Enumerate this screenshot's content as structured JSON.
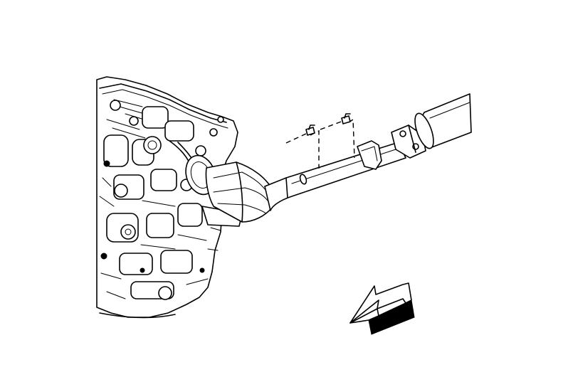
{
  "figure": {
    "background": "#ffffff",
    "line_color": "#000000",
    "components": [
      "engine-assembly",
      "catalytic-converter",
      "exhaust-pipe",
      "pipe-hanger-bracket",
      "exhaust-flange-clamp",
      "muffler",
      "mounting-bolts",
      "direction-arrow-icon"
    ]
  }
}
